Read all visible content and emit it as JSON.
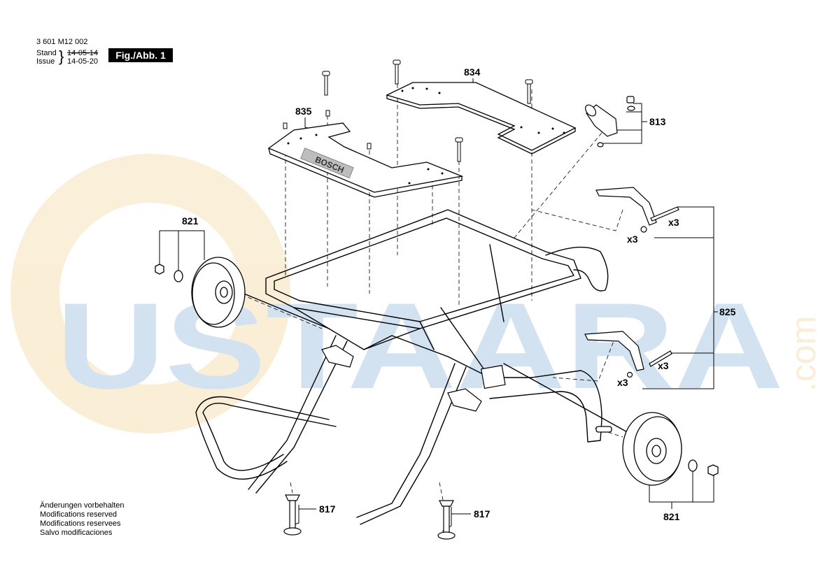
{
  "header": {
    "part_number": "3 601 M12 002",
    "stand_label": "Stand",
    "issue_label": "Issue",
    "stand_date_old": "14-05-14",
    "issue_date": "14-05-20",
    "figure_label": "Fig./Abb. 1"
  },
  "callouts": {
    "c834": "834",
    "c835": "835",
    "c813": "813",
    "c821_left": "821",
    "c821_right": "821",
    "c825": "825",
    "c817_left": "817",
    "c817_right": "817",
    "qty_a1": "x3",
    "qty_a2": "x3",
    "qty_b1": "x3",
    "qty_b2": "x3"
  },
  "plate_logo": "BOSCH",
  "notes": [
    "Änderungen vorbehalten",
    "Modifications reserved",
    "Modifications reservees",
    "Salvo modificaciones"
  ],
  "watermark": {
    "text": "USTAARA",
    "suffix": ".com",
    "text_color": "#3d7fc1",
    "ring_color": "#e9b64f"
  }
}
